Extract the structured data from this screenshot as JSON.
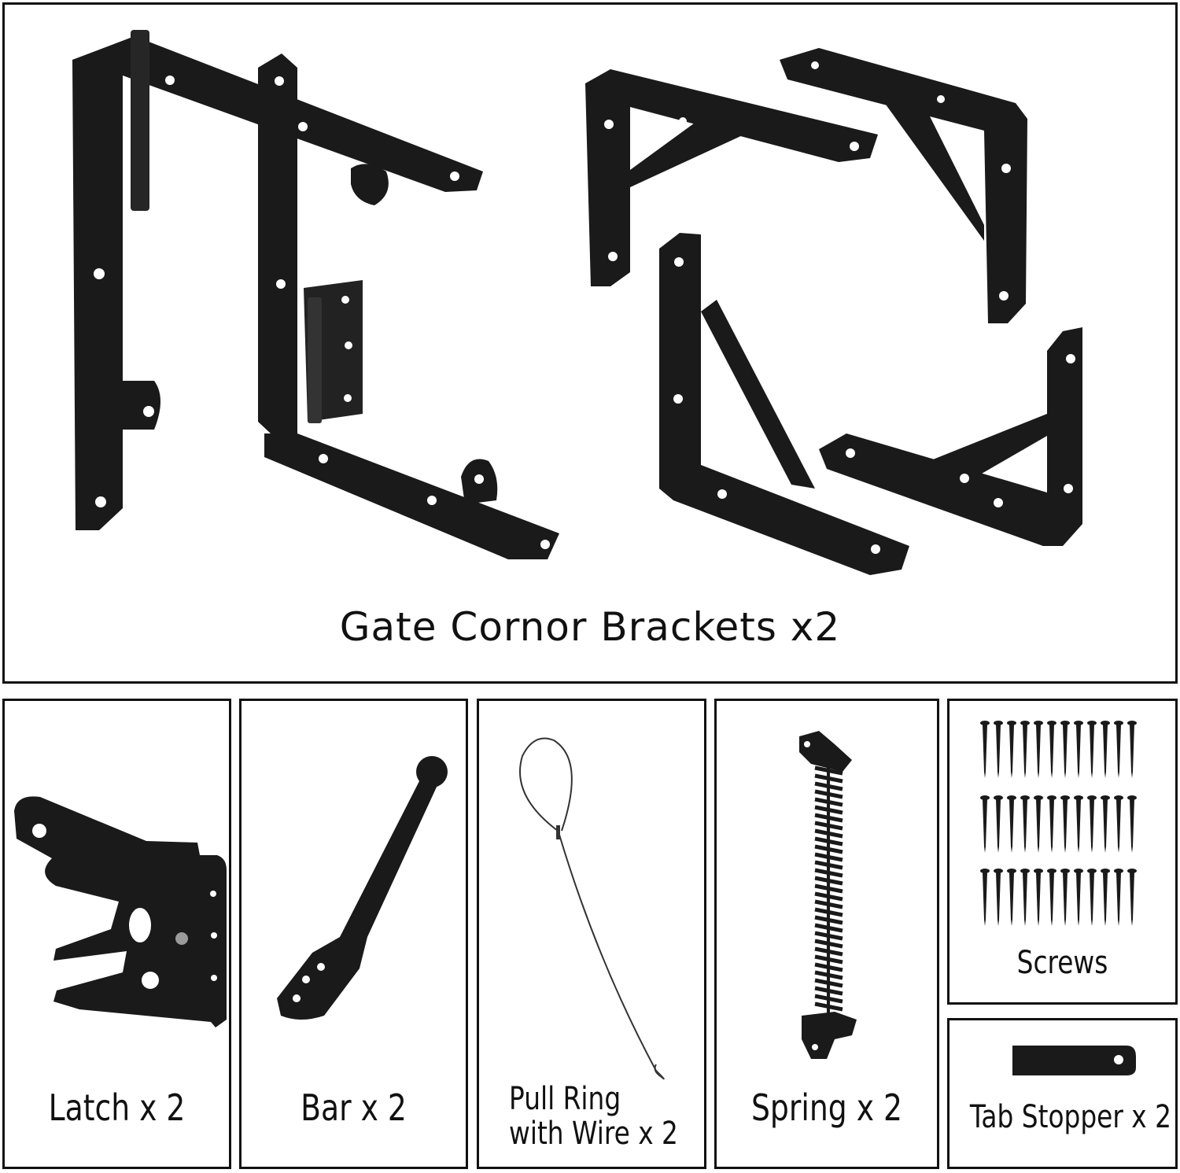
{
  "main_panel": {
    "caption": "Gate Cornor Brackets x2"
  },
  "parts": [
    {
      "id": "latch",
      "caption": "Latch x 2",
      "icon": "latch-icon"
    },
    {
      "id": "bar",
      "caption": "Bar x 2",
      "icon": "bar-icon"
    },
    {
      "id": "pull-ring",
      "caption_line1": "Pull Ring",
      "caption_line2": "with Wire x 2",
      "icon": "pull-ring-wire-icon"
    },
    {
      "id": "spring",
      "caption": "Spring x 2",
      "icon": "spring-icon"
    },
    {
      "id": "screws",
      "caption": "Screws",
      "icon": "screws-icon"
    },
    {
      "id": "tab-stopper",
      "caption": "Tab Stopper x 2",
      "icon": "tab-stopper-icon"
    }
  ],
  "colors": {
    "metal": "#1a1a1a",
    "metal_highlight": "#3a3a3a",
    "border": "#111111",
    "background": "#ffffff"
  }
}
